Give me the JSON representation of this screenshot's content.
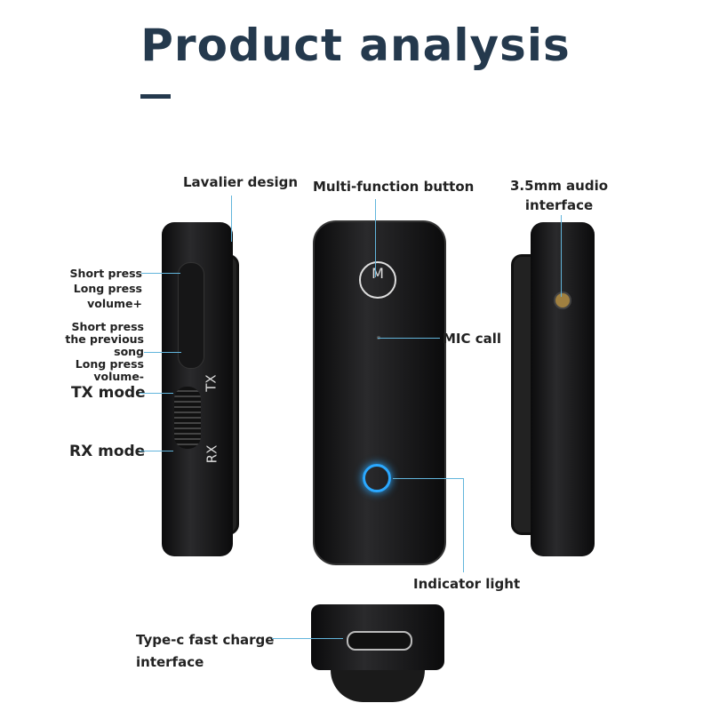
{
  "title": "Product analysis",
  "labels": {
    "lavalier": "Lavalier design",
    "multi": "Multi-function button",
    "audio1": "3.5mm audio",
    "audio2": "interface",
    "vol_up_1": "Short press",
    "vol_up_2": "Long press",
    "vol_up_3": "volume+",
    "prev_1": "Short press",
    "prev_2": "the previous",
    "prev_3": "song",
    "vol_down_1": "Long press",
    "vol_down_2": "volume-",
    "tx": "TX mode",
    "rx": "RX mode",
    "mic": "MIC call",
    "indicator": "Indicator light",
    "typec1": "Type-c fast charge",
    "typec2": "interface"
  },
  "device": {
    "tx": "TX",
    "rx": "RX",
    "button": "M"
  },
  "colors": {
    "title": "#24394d",
    "leader": "#62b5dc",
    "indicator": "#2aa8ff"
  }
}
